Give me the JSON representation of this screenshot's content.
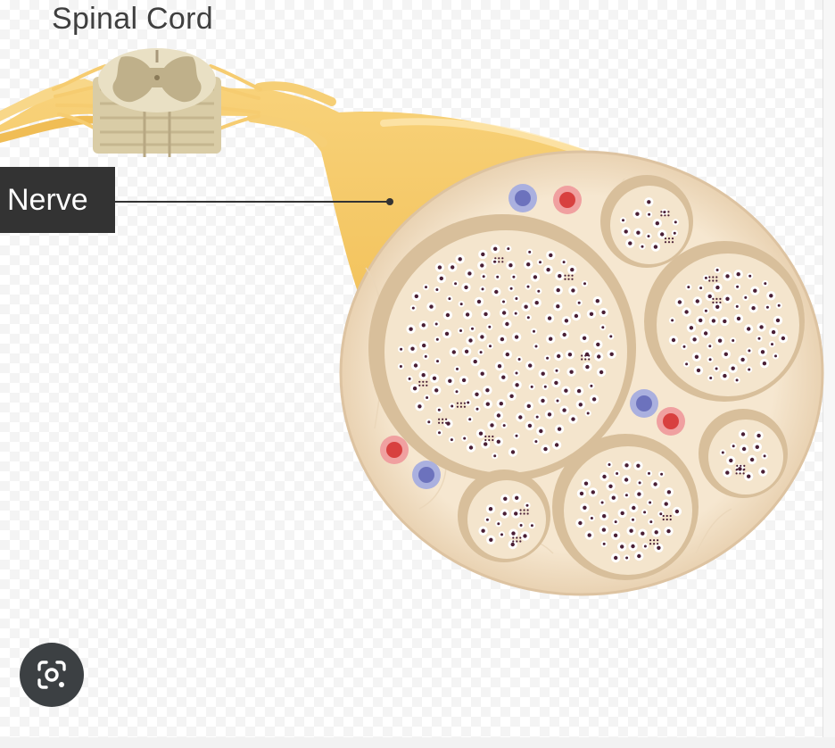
{
  "diagram": {
    "title": "Spinal Cord",
    "labels": [
      {
        "id": "nerve",
        "text": "Nerve"
      }
    ]
  },
  "colors": {
    "nerve_yellow": "#f4c65e",
    "nerve_yellow_light": "#fbe1a0",
    "epineurium": "#f3e2c8",
    "perineurium": "#d6bd9a",
    "fascicle_fill": "#f5e6cf",
    "axon_white": "#ffffff",
    "axon_core": "#4a1f35",
    "artery_red": "#e0504f",
    "vein_blue": "#7c82c8",
    "label_bg": "#333333",
    "label_text": "#ffffff",
    "title_text": "#3f3f3f"
  },
  "icons": {
    "lens_button": "google-lens-icon"
  }
}
